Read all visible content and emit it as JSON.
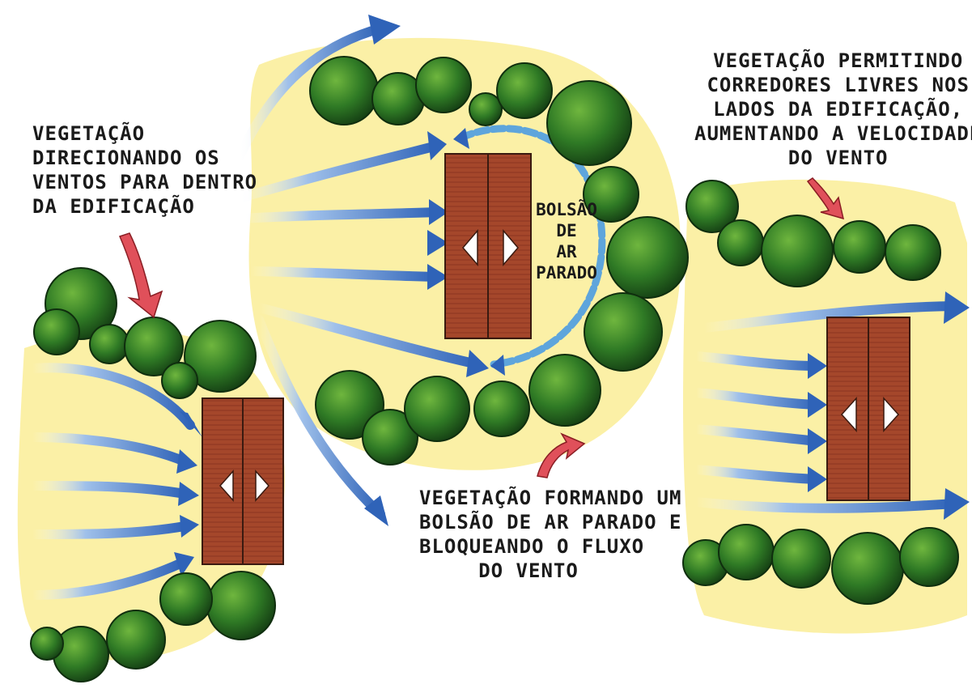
{
  "annotations": {
    "left_note": [
      "VEGETAÇÃO",
      "DIRECIONANDO OS",
      "VENTOS PARA DENTRO",
      "DA EDIFICAÇÃO"
    ],
    "right_note": [
      "VEGETAÇÃO PERMITINDO",
      "CORREDORES LIVRES NOS",
      "LADOS DA EDIFICAÇÃO,",
      "AUMENTANDO A VELOCIDADE",
      "DO VENTO"
    ],
    "bottom_note": [
      "VEGETAÇÃO FORMANDO UM",
      "BOLSÃO DE AR PARADO E",
      "BLOQUEANDO O FLUXO",
      "DO VENTO"
    ],
    "pocket_label": [
      "BOLSÃO",
      "DE",
      "AR",
      "PARADO"
    ]
  },
  "colors": {
    "ground": "#fbf0a6",
    "tree_dark": "#1f5a1c",
    "tree_light": "#4c9a2f",
    "building": "#a2452a",
    "wind": "#3a6fc0",
    "pointer": "#e0505a"
  }
}
